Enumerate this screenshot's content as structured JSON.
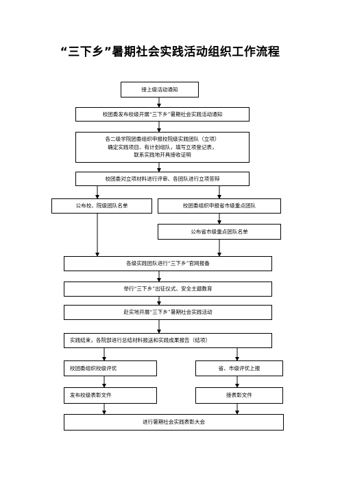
{
  "title": "“三下乡”暑期社会实践活动组织工作流程",
  "nodes": {
    "n1": "接上级活动通知",
    "n2": "校团委发布校级开展“三下乡”暑期社会实践活动通知",
    "n3_line1": "各二级学院团委组织申报校院级实践团队（立项）",
    "n3_line2": "确定实践项目、有计划组队，填写立项登记表，",
    "n3_line3": "联系实践地开具接收证明",
    "n4": "校团委对立项材料进行评审、各团队进行立项答辩",
    "n5": "公布校、院级团队名单",
    "n6": "校团委组织申报省市级重点团队",
    "n7": "公布省市级重点团队名单",
    "n8": "各级实践团队进行“三下乡”官网报备",
    "n9": "举行“三下乡”出征仪式、安全主题教育",
    "n10": "赴实地开展“三下乡”暑期社会实践活动",
    "n11": "实践结束，各院部进行总结材料报送和实践成果报告（结项）",
    "n12": "校团委组织校级评优",
    "n13": "省、市级评优上报",
    "n14": "发布校级表彰文件",
    "n15": "接表彰文件",
    "n16": "进行暑期社会实践表彰大会"
  }
}
